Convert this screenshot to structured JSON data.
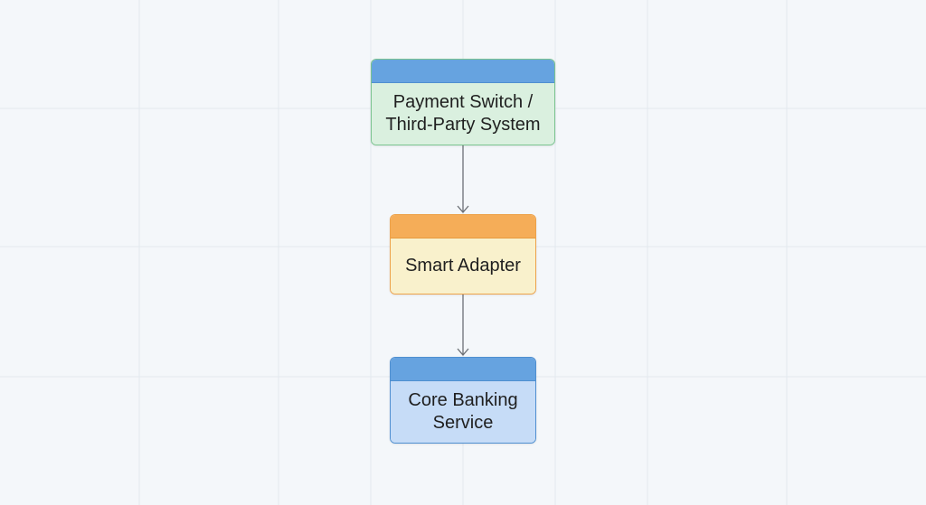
{
  "diagram": {
    "nodes": [
      {
        "id": "payment",
        "lines": [
          "Payment Switch /",
          "Third-Party System"
        ],
        "header_color": "#66a3e0",
        "body_color": "#daf0df",
        "border_color": "#7bc48f"
      },
      {
        "id": "adapter",
        "lines": [
          "Smart Adapter"
        ],
        "header_color": "#f5ad58",
        "body_color": "#f9f1cc",
        "border_color": "#eda24a"
      },
      {
        "id": "core",
        "lines": [
          "Core Banking",
          "Service"
        ],
        "header_color": "#66a3e0",
        "body_color": "#c6dcf7",
        "border_color": "#4f8fd0"
      }
    ],
    "edges": [
      {
        "from": "payment",
        "to": "adapter"
      },
      {
        "from": "adapter",
        "to": "core"
      }
    ],
    "colors": {
      "background": "#f4f7fa",
      "grid": "#e3e8ee",
      "arrow": "#6b6f75"
    }
  }
}
